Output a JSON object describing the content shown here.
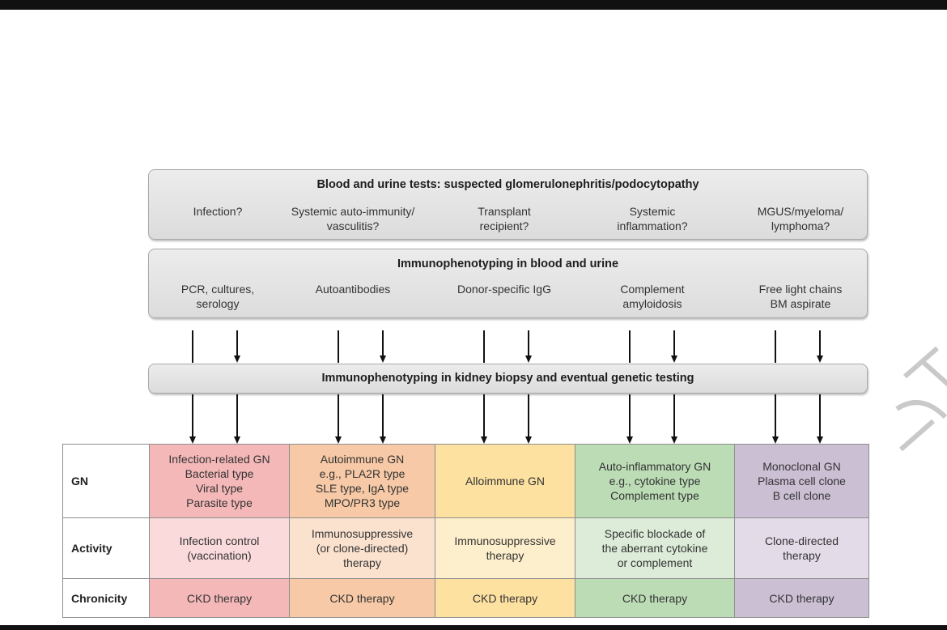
{
  "box1": {
    "title": "Blood and urine tests: suspected glomerulonephritis/podocytopathy",
    "items": [
      [
        "Infection?"
      ],
      [
        "Systemic auto-immunity/",
        "vasculitis?"
      ],
      [
        "Transplant",
        "recipient?"
      ],
      [
        "Systemic",
        "inflammation?"
      ],
      [
        "MGUS/myeloma/",
        "lymphoma?"
      ]
    ]
  },
  "box2": {
    "title": "Immunophenotyping in blood and urine",
    "items": [
      [
        "PCR, cultures,",
        "serology"
      ],
      [
        "Autoantibodies"
      ],
      [
        "Donor-specific IgG"
      ],
      [
        "Complement",
        "amyloidosis"
      ],
      [
        "Free light chains",
        "BM aspirate"
      ]
    ]
  },
  "box3": {
    "title": "Immunophenotyping in kidney biopsy and eventual genetic testing"
  },
  "table": {
    "rows": [
      {
        "header": "GN",
        "cells": [
          [
            "Infection-related GN",
            "Bacterial type",
            "Viral type",
            "Parasite type"
          ],
          [
            "Autoimmune GN",
            "e.g., PLA2R type",
            "SLE type, IgA type",
            "MPO/PR3 type"
          ],
          [
            "Alloimmune GN"
          ],
          [
            "Auto-inflammatory GN",
            "e.g., cytokine type",
            "Complement type"
          ],
          [
            "Monoclonal GN",
            "Plasma cell clone",
            "B cell clone"
          ]
        ]
      },
      {
        "header": "Activity",
        "cells": [
          [
            "Infection control",
            "(vaccination)"
          ],
          [
            "Immunosuppressive",
            "(or clone-directed)",
            "therapy"
          ],
          [
            "Immunosuppressive",
            "therapy"
          ],
          [
            "Specific blockade of",
            "the aberrant cytokine",
            "or complement"
          ],
          [
            "Clone-directed",
            "therapy"
          ]
        ]
      },
      {
        "header": "Chronicity",
        "cells": [
          [
            "CKD therapy"
          ],
          [
            "CKD therapy"
          ],
          [
            "CKD therapy"
          ],
          [
            "CKD therapy"
          ],
          [
            "CKD therapy"
          ]
        ]
      }
    ]
  },
  "colors": {
    "columns": [
      [
        "#f5b8b9",
        "#fadadb",
        "#f5b8b9"
      ],
      [
        "#f7c9a6",
        "#fbe2cf",
        "#f7c9a6"
      ],
      [
        "#fde1a0",
        "#feefcc",
        "#fde1a0"
      ],
      [
        "#bcdcb6",
        "#dcecd8",
        "#bcdcb6"
      ],
      [
        "#cbbfd4",
        "#e3dbe8",
        "#cbbfd4"
      ]
    ]
  }
}
